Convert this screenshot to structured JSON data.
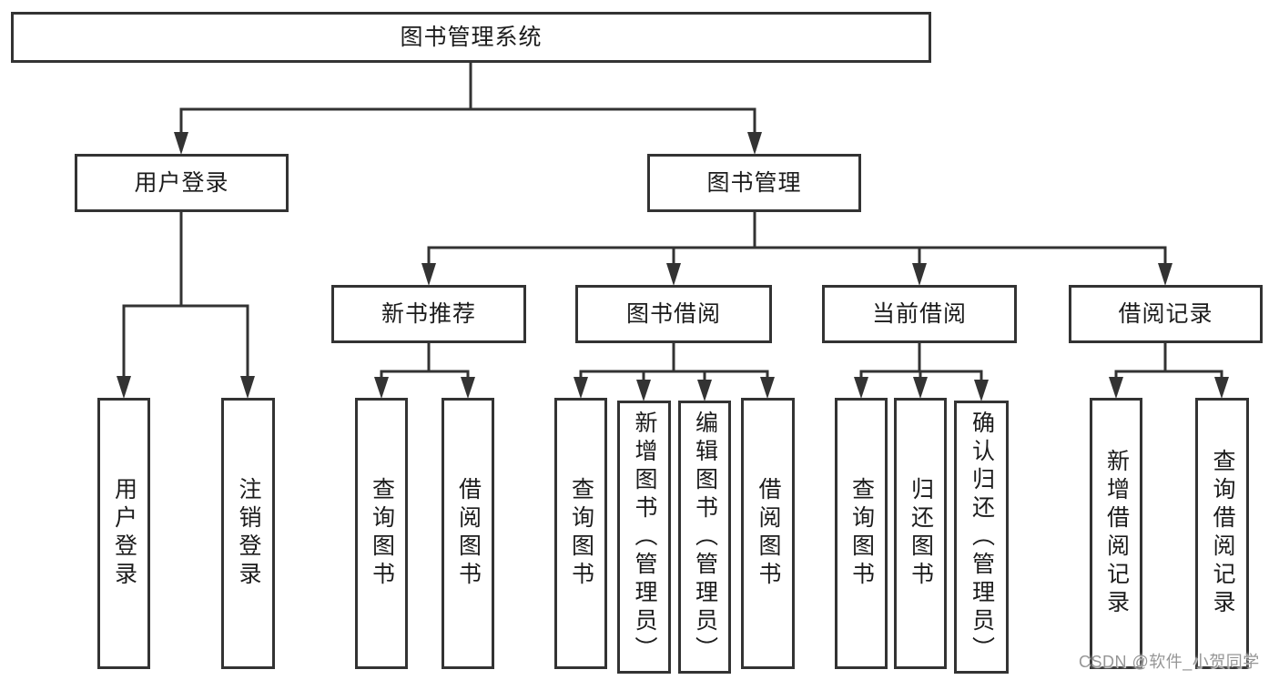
{
  "diagram": {
    "root": {
      "label": "图书管理系统"
    },
    "level2": [
      {
        "label": "用户登录"
      },
      {
        "label": "图书管理"
      }
    ],
    "level3": [
      {
        "label": "新书推荐"
      },
      {
        "label": "图书借阅"
      },
      {
        "label": "当前借阅"
      },
      {
        "label": "借阅记录"
      }
    ],
    "leaves": {
      "user_login": [
        {
          "label": "用户登录"
        },
        {
          "label": "注销登录"
        }
      ],
      "new_book": [
        {
          "label": "查询图书"
        },
        {
          "label": "借阅图书"
        }
      ],
      "book_borrow": [
        {
          "label": "查询图书"
        },
        {
          "label": "新增图书（管理员）"
        },
        {
          "label": "编辑图书（管理员）"
        },
        {
          "label": "借阅图书"
        }
      ],
      "current_borrow": [
        {
          "label": "查询图书"
        },
        {
          "label": "归还图书"
        },
        {
          "label": "确认归还（管理员）"
        }
      ],
      "borrow_record": [
        {
          "label": "新增借阅记录"
        },
        {
          "label": "查询借阅记录"
        }
      ]
    }
  },
  "watermark": {
    "text": "CSDN @软件_小贺同学"
  },
  "colors": {
    "line": "#333333",
    "box_border": "#333333",
    "text": "#1c1c1c",
    "watermark": "#969696",
    "background": "#ffffff"
  }
}
